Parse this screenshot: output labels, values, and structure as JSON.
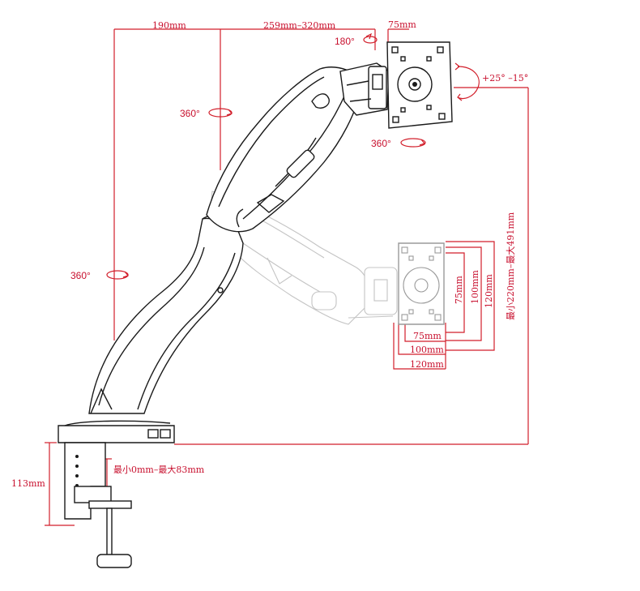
{
  "dimensions": {
    "top_left_width": "190mm",
    "top_extension": "259mm–320mm",
    "vesa_top": "75mm",
    "rotation_top": "180°",
    "tilt": "+25°  –15°",
    "swivel_upper_arm": "360°",
    "swivel_head": "360°",
    "swivel_base": "360°",
    "height_range": "最小220mm–最大491mm",
    "vesa_75_v": "75mm",
    "vesa_100_v": "100mm",
    "vesa_120_v": "120mm",
    "vesa_75_h": "75mm",
    "vesa_100_h": "100mm",
    "vesa_120_h": "120mm",
    "clamp_height": "113mm",
    "desk_thickness": "最小0mm–最大83mm"
  },
  "colors": {
    "dimension_line": "#d21f2b",
    "outline": "#1a1a1a",
    "ghost_outline": "#c4c4c4"
  }
}
